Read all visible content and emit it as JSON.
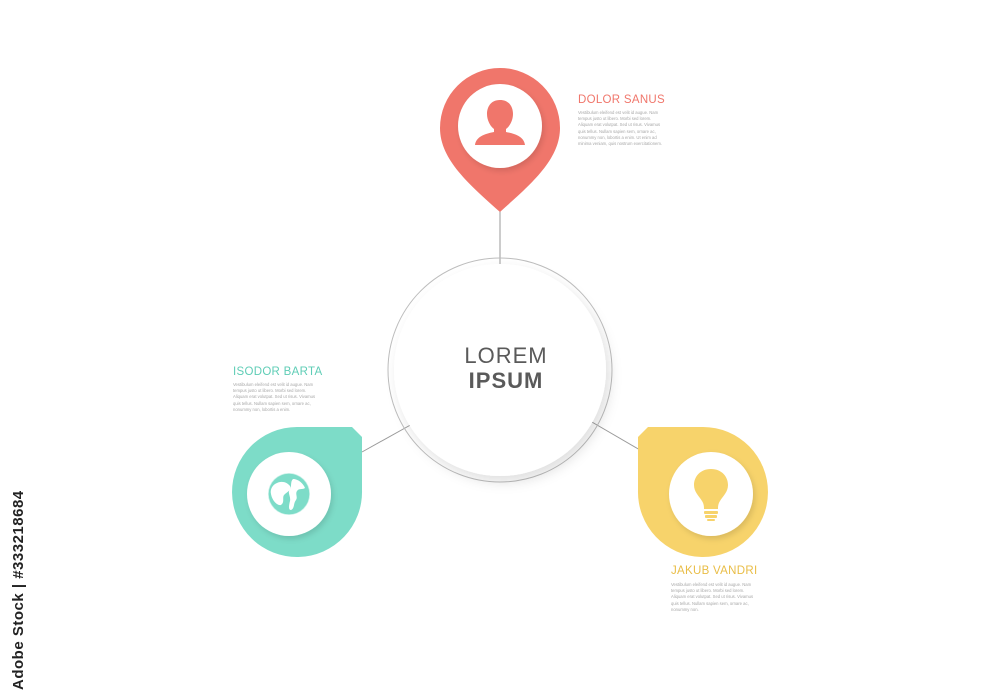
{
  "center": {
    "line1": "LOREM",
    "line2": "IPSUM"
  },
  "nodes": [
    {
      "id": "top",
      "title": "DOLOR SANUS",
      "icon": "person-icon",
      "color": "#f0766b",
      "body": "Vestibulum eleifend est velit id augue. Nam tempus justo ut libero. Morbi sed lorem. Aliquam erat volutpat. Sed ut risus. Vivamus quis tellus. Nullam sapien sem, ornare ac, nonummy non, lobortis a enim. Ut enim ad minima veniam, quis nostrum exercitationem."
    },
    {
      "id": "left",
      "title": "ISODOR BARTA",
      "icon": "globe-icon",
      "color": "#7ddcc8",
      "body": "Vestibulum eleifend est velit id augue. Nam tempus justo ut libero. Morbi sed lorem. Aliquam erat volutpat. Sed ut risus. Vivamus quis tellus. Nullam sapien sem, ornare ac, nonummy non, lobortis a enim."
    },
    {
      "id": "right",
      "title": "JAKUB VANDRI",
      "icon": "lightbulb-icon",
      "color": "#f7d36b",
      "body": "Vestibulum eleifend est velit id augue. Nam tempus justo ut libero. Morbi sed lorem. Aliquam erat volutpat. Sed ut risus. Vivamus quis tellus. Nullam sapien sem, ornare ac, nonummy non."
    }
  ],
  "watermark": {
    "stock_id": "Adobe Stock | #333218684"
  }
}
